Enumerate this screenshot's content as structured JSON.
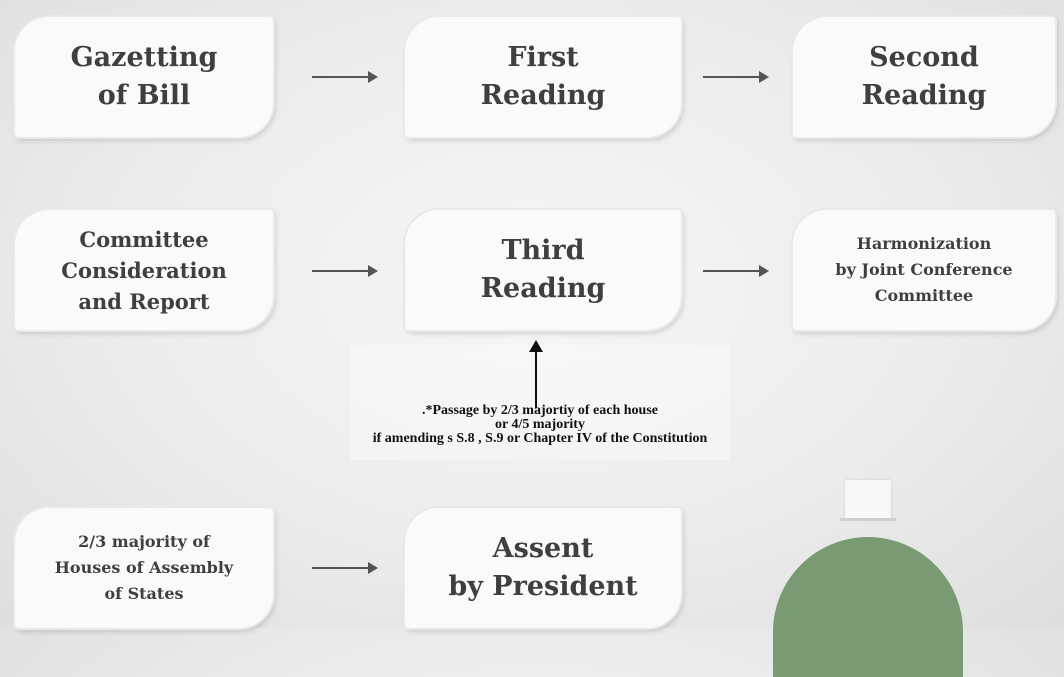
{
  "boxes": {
    "gazetting": [
      "Gazetting",
      "of Bill"
    ],
    "first_reading": [
      "First",
      "Reading"
    ],
    "second_reading": [
      "Second",
      "Reading"
    ],
    "committee": [
      "Committee",
      "Consideration",
      "and Report"
    ],
    "third_reading": [
      "Third",
      "Reading"
    ],
    "harmonization": [
      "Harmonization",
      "by Joint Conference",
      "Committee"
    ],
    "states_majority": [
      "2/3 majority of",
      "Houses of Assembly",
      "of States"
    ],
    "assent": [
      "Assent",
      "by President"
    ]
  },
  "note": [
    ".*Passage by 2/3 majortiy of each house",
    "or 4/5 majority",
    "if amending s S.8 , S.9 or Chapter IV of the Constitution"
  ],
  "colors": {
    "box_bg": "#fafafa",
    "text": "#3f3f3f",
    "figure_body": "#7a9a74",
    "arrow": "#555555"
  }
}
